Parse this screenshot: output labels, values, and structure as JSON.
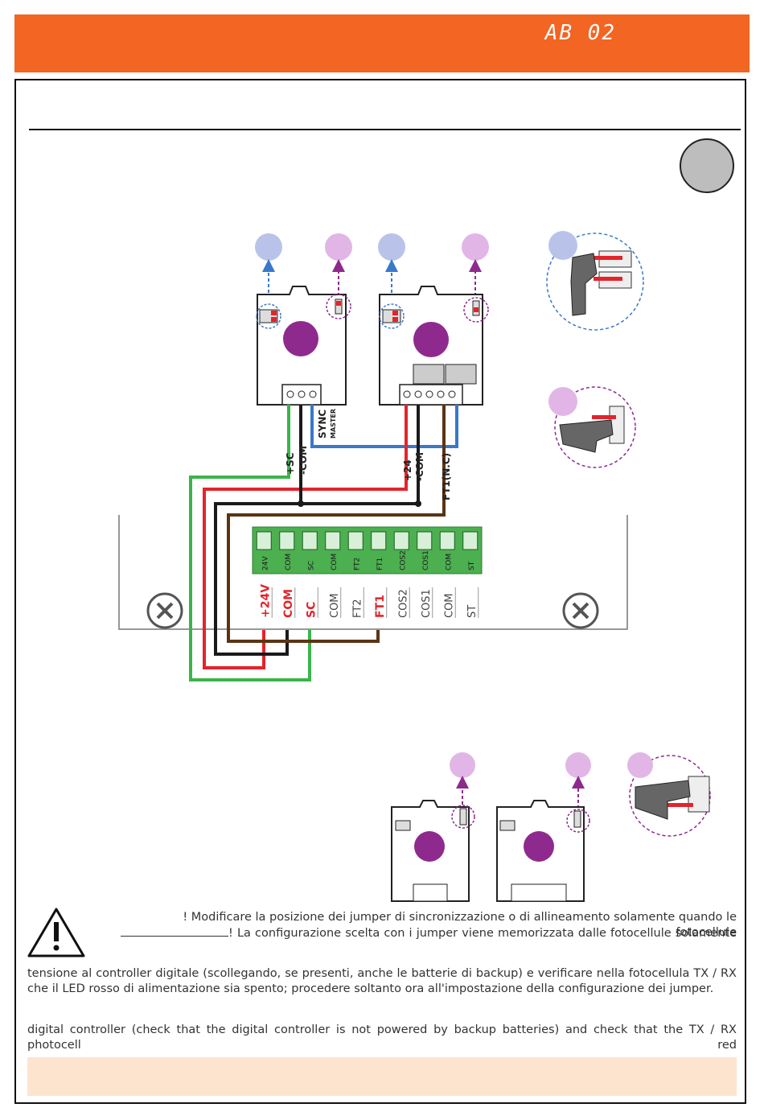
{
  "header": {
    "model_code": "AB 02",
    "accent_color": "#f26522"
  },
  "colors": {
    "wire_green": "#3ab54a",
    "wire_red": "#e3242b",
    "wire_black": "#1a1a1a",
    "wire_brown": "#5b3413",
    "wire_blue": "#3a78c9",
    "terminal_green": "#4caf50",
    "lens_purple": "#8e2a8e",
    "tx_dot": "#b9c3ea",
    "rx_dot": "#e1b6e6",
    "note_bar": "#fde4cf"
  },
  "icons": [
    "warning-triangle-icon",
    "screw-icon",
    "jumper-icon"
  ],
  "wiring": {
    "rx_wire_labels": [
      "+SC",
      "-COM"
    ],
    "sync_label": "SYNC",
    "master_label": "MASTER",
    "tx_wire_labels": [
      "+24",
      "-COM",
      "FT1(N.C)"
    ]
  },
  "terminal_block": {
    "terminals": [
      "24V",
      "COM",
      "SC",
      "COM",
      "FT2",
      "FT1",
      "COS2",
      "COS1",
      "COM",
      "ST"
    ],
    "highlighted": [
      "+24V",
      "COM",
      "SC",
      "COM",
      "FT2",
      "FT1",
      "COS2",
      "COS1",
      "COM",
      "ST"
    ]
  },
  "warning": {
    "line1": "! Modificare la posizione dei jumper di sincronizzazione o di allineamento solamente quando le fotocellule",
    "line2": "! La configurazione scelta con i jumper viene memorizzata dalle fotocellule solamente",
    "line3": "tensione al controller digitale (scollegando, se presenti, anche le batterie di backup) e verificare nella fotocellula TX / RX che il LED rosso di alimentazione sia spento; procedere soltanto ora all'impostazione della configurazione dei jumper.",
    "line4": "digital controller (check that the digital controller is not powered by backup batteries) and check that the TX / RX photocell red"
  }
}
